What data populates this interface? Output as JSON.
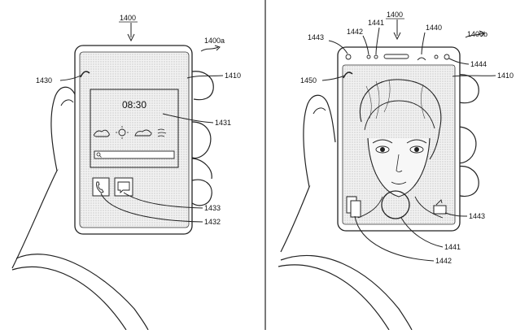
{
  "figure": {
    "title_label": "1400",
    "left_panel": {
      "variant_label": "1400a",
      "clock_time": "08:30",
      "refs": {
        "display": "1410",
        "corner": "1430",
        "widget": "1431",
        "message_icon": "1433",
        "phone_icon": "1432"
      }
    },
    "right_panel": {
      "variant_label": "1400b",
      "refs": {
        "display": "1410",
        "corner": "1450",
        "sensor_left": "1443",
        "sensor_a": "1442",
        "sensor_b": "1441",
        "sensor_right": "1440",
        "camera_right": "1444",
        "shutter_button": "1441",
        "gallery_icon": "1442",
        "back_icon": "1443"
      }
    }
  }
}
